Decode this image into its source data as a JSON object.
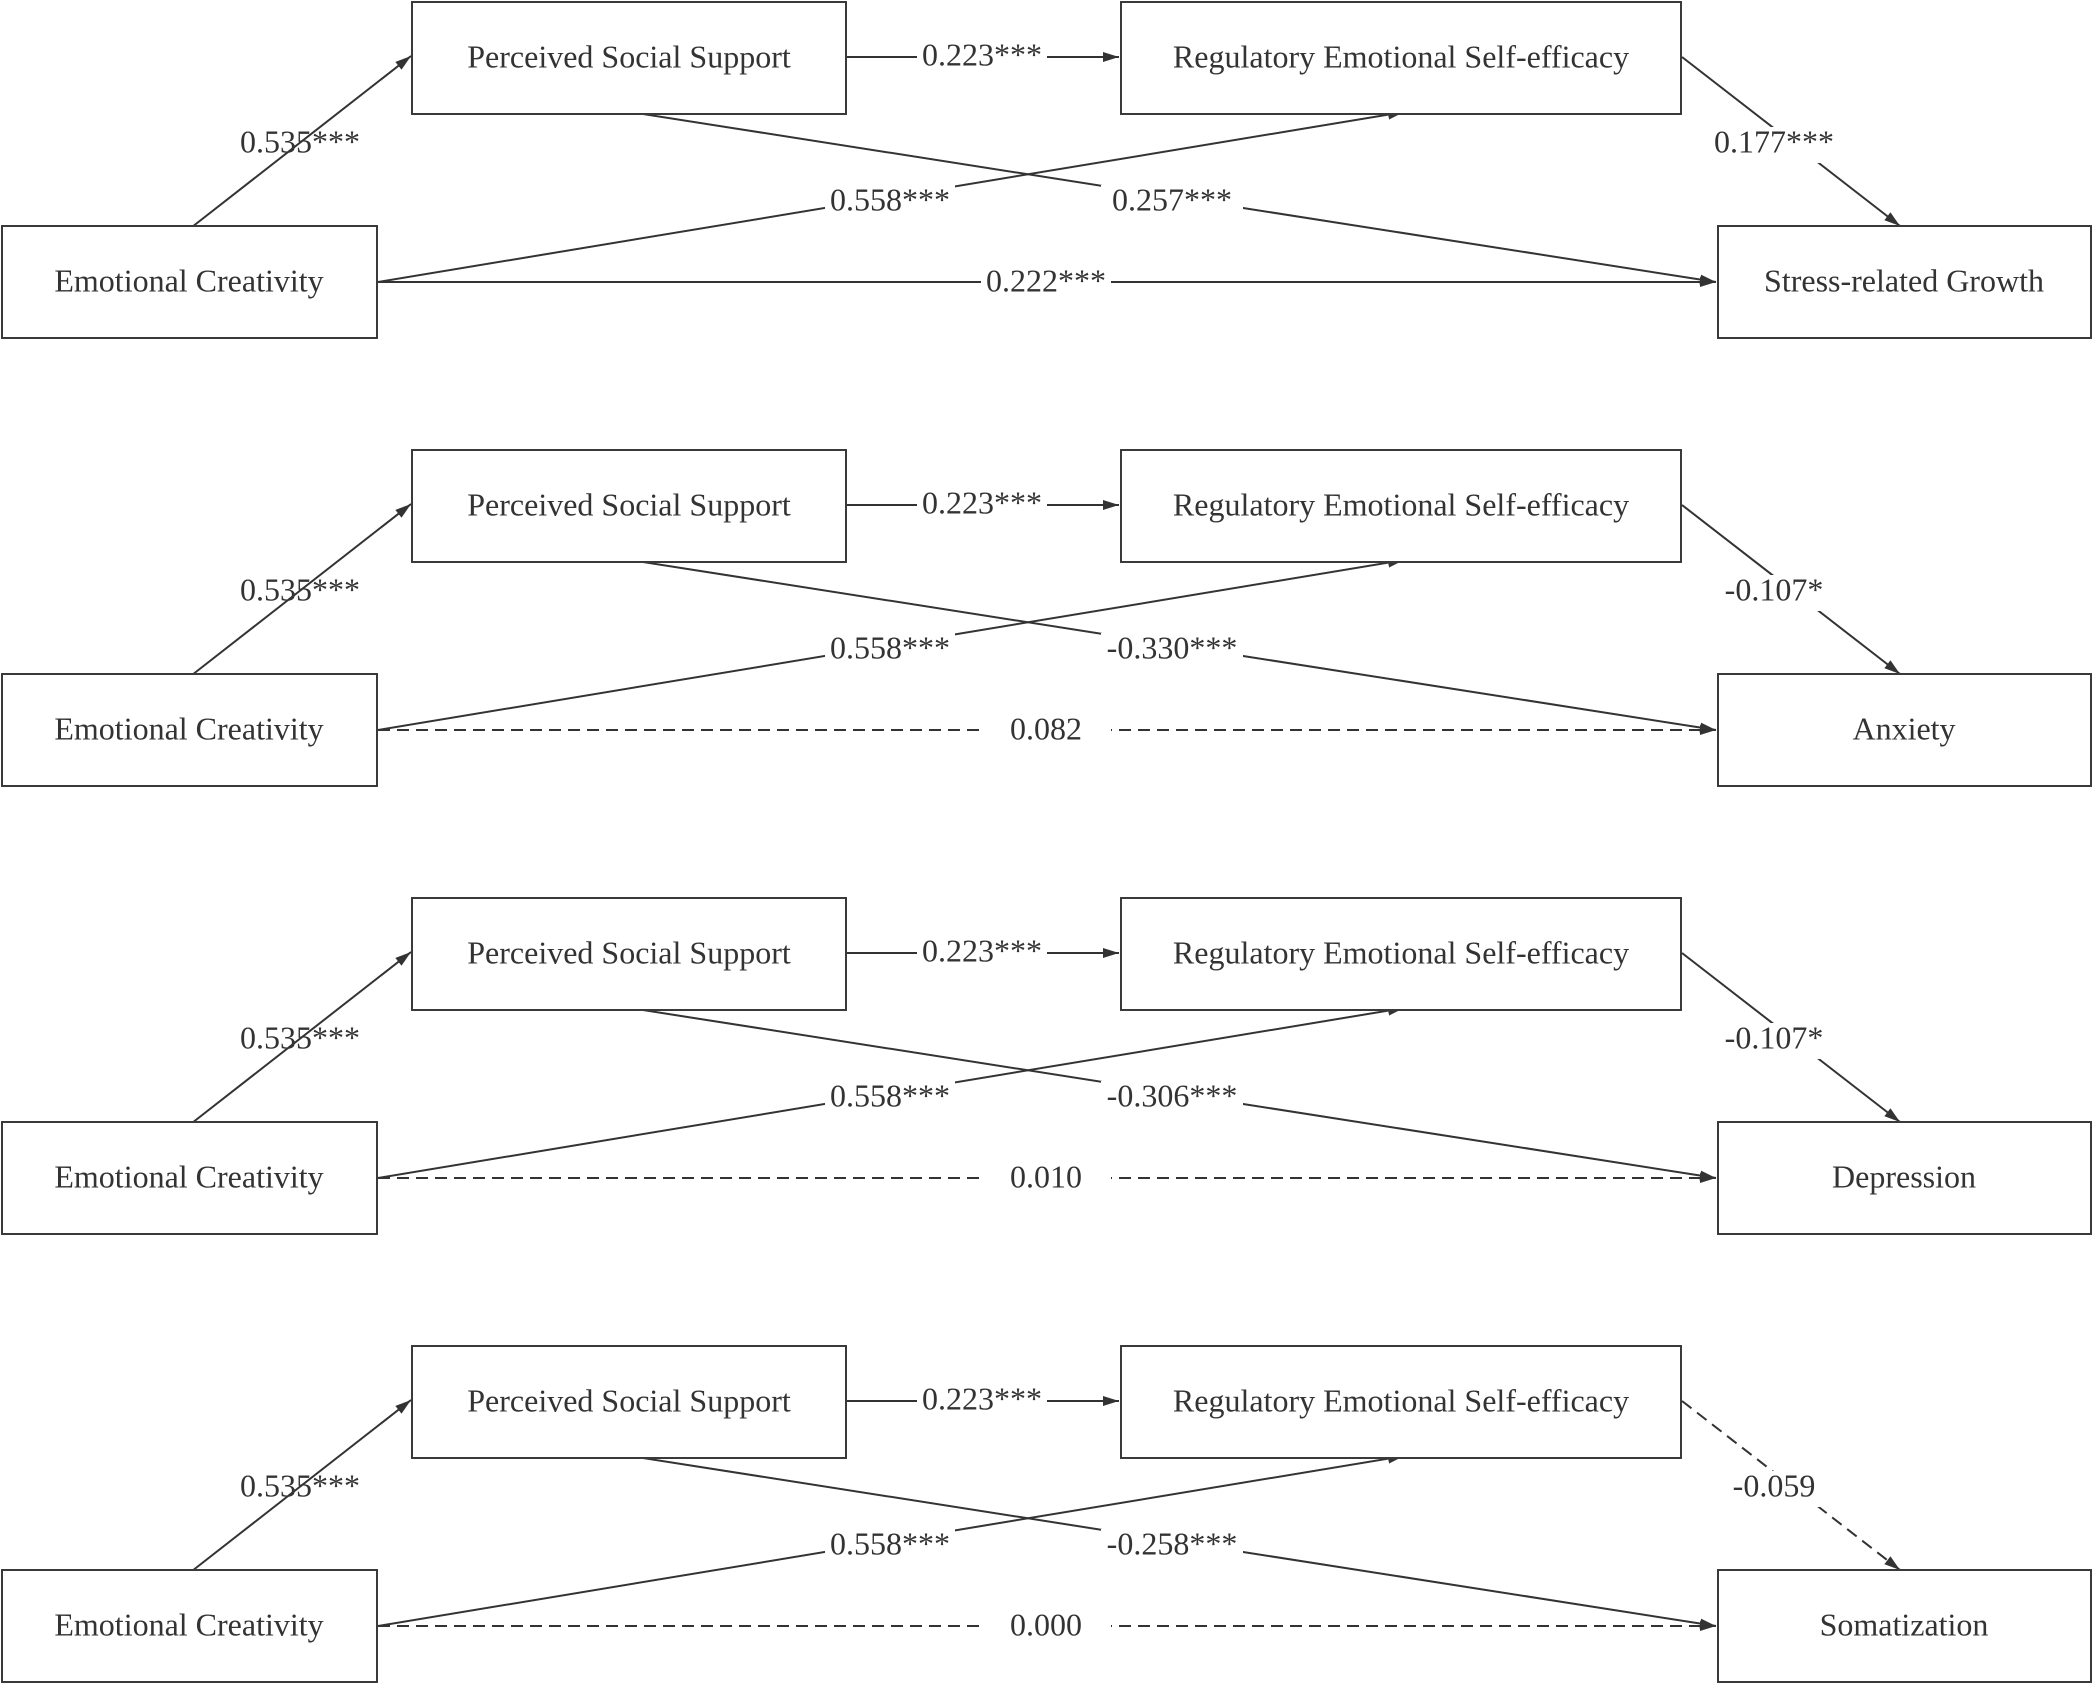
{
  "nodes": {
    "predictor": "Emotional Creativity",
    "mediator1": "Perceived Social Support",
    "mediator2": "Regulatory Emotional Self-efficacy"
  },
  "panels": [
    {
      "outcome": "Stress-related Growth",
      "coefficients": {
        "ec_pss": "0.535***",
        "pss_rese": "0.223***",
        "ec_rese": "0.558***",
        "pss_out": "0.257***",
        "rese_out": "0.177***",
        "ec_out": "0.222***"
      },
      "significant": {
        "rese_out": true,
        "ec_out": true
      }
    },
    {
      "outcome": "Anxiety",
      "coefficients": {
        "ec_pss": "0.535***",
        "pss_rese": "0.223***",
        "ec_rese": "0.558***",
        "pss_out": "-0.330***",
        "rese_out": "-0.107*",
        "ec_out": "0.082"
      },
      "significant": {
        "rese_out": true,
        "ec_out": false
      }
    },
    {
      "outcome": "Depression",
      "coefficients": {
        "ec_pss": "0.535***",
        "pss_rese": "0.223***",
        "ec_rese": "0.558***",
        "pss_out": "-0.306***",
        "rese_out": "-0.107*",
        "ec_out": "0.010"
      },
      "significant": {
        "rese_out": true,
        "ec_out": false
      }
    },
    {
      "outcome": "Somatization",
      "coefficients": {
        "ec_pss": "0.535***",
        "pss_rese": "0.223***",
        "ec_rese": "0.558***",
        "pss_out": "-0.258***",
        "rese_out": "-0.059",
        "ec_out": "0.000"
      },
      "significant": {
        "rese_out": false,
        "ec_out": false
      }
    }
  ]
}
